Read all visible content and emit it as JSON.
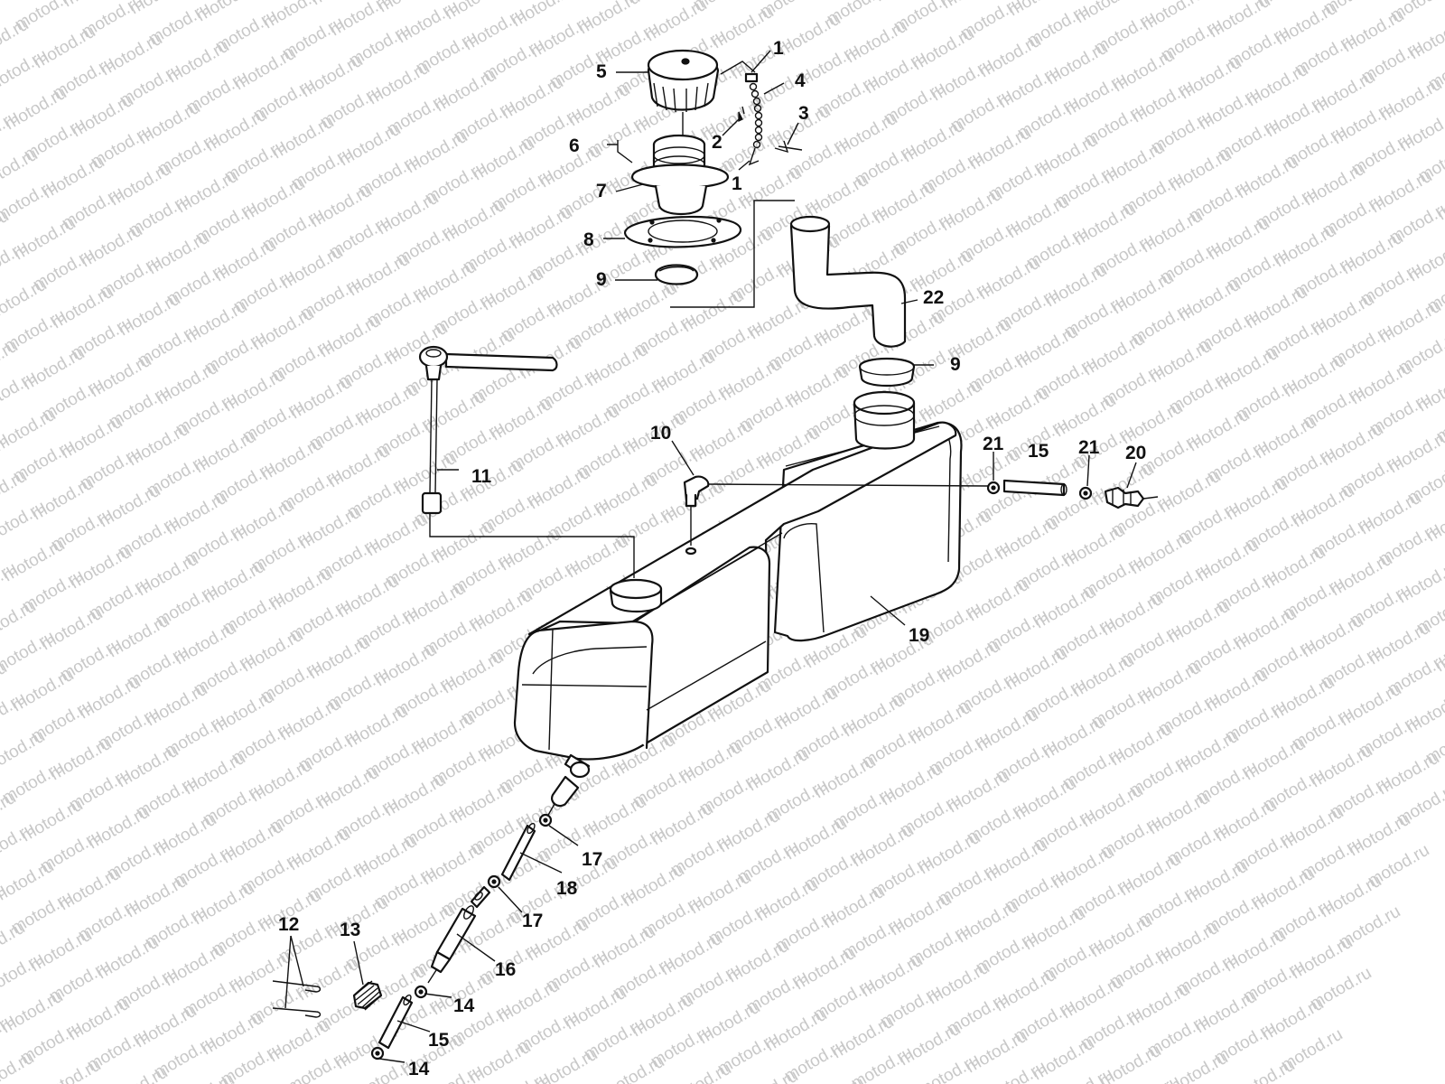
{
  "watermark": {
    "text": "motod.ru"
  },
  "callouts": [
    {
      "id": "c-1a",
      "text": "1"
    },
    {
      "id": "c-1b",
      "text": "1"
    },
    {
      "id": "c-2",
      "text": "2"
    },
    {
      "id": "c-3",
      "text": "3"
    },
    {
      "id": "c-4",
      "text": "4"
    },
    {
      "id": "c-5",
      "text": "5"
    },
    {
      "id": "c-6",
      "text": "6"
    },
    {
      "id": "c-7",
      "text": "7"
    },
    {
      "id": "c-8",
      "text": "8"
    },
    {
      "id": "c-9a",
      "text": "9"
    },
    {
      "id": "c-9b",
      "text": "9"
    },
    {
      "id": "c-10",
      "text": "10"
    },
    {
      "id": "c-11",
      "text": "11"
    },
    {
      "id": "c-12",
      "text": "12"
    },
    {
      "id": "c-13",
      "text": "13"
    },
    {
      "id": "c-14a",
      "text": "14"
    },
    {
      "id": "c-14b",
      "text": "14"
    },
    {
      "id": "c-15a",
      "text": "15"
    },
    {
      "id": "c-15b",
      "text": "15"
    },
    {
      "id": "c-16",
      "text": "16"
    },
    {
      "id": "c-17a",
      "text": "17"
    },
    {
      "id": "c-17b",
      "text": "17"
    },
    {
      "id": "c-18",
      "text": "18"
    },
    {
      "id": "c-19",
      "text": "19"
    },
    {
      "id": "c-20",
      "text": "20"
    },
    {
      "id": "c-21a",
      "text": "21"
    },
    {
      "id": "c-21b",
      "text": "21"
    },
    {
      "id": "c-22",
      "text": "22"
    }
  ]
}
